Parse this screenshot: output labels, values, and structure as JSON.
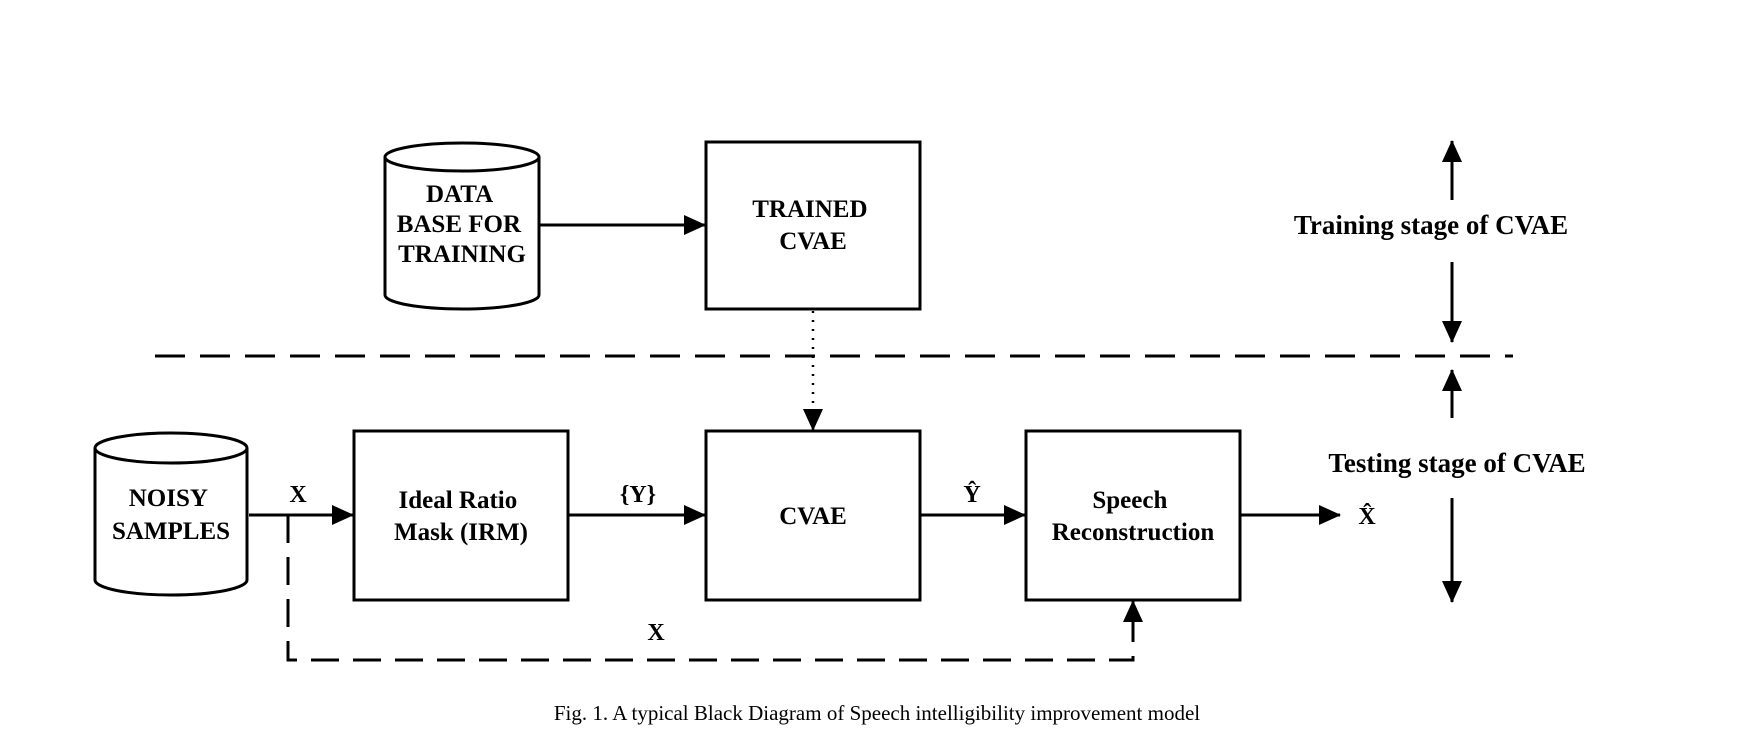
{
  "nodes": {
    "database": [
      "DATA",
      "BASE FOR",
      "TRAINING"
    ],
    "trained_cvae": [
      "TRAINED",
      "CVAE"
    ],
    "noisy": [
      "NOISY",
      "SAMPLES"
    ],
    "irm": [
      "Ideal Ratio",
      "Mask (IRM)"
    ],
    "cvae": [
      "CVAE"
    ],
    "speech": [
      "Speech",
      "Reconstruction"
    ]
  },
  "edge_labels": {
    "x_in": "X",
    "y_set": "{Y}",
    "y_hat": "Ŷ",
    "x_hat": "X̂",
    "x_bypass": "X"
  },
  "stages": {
    "training": "Training stage of CVAE",
    "testing": "Testing stage of CVAE"
  },
  "caption": "Fig. 1.  A typical Black Diagram of Speech intelligibility improvement model"
}
